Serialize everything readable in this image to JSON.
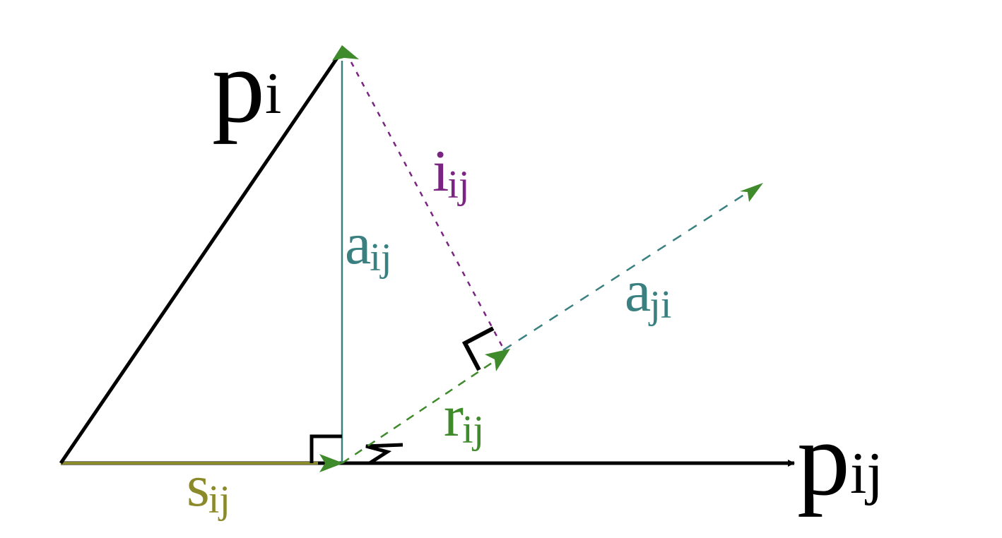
{
  "colors": {
    "black": "#000000",
    "teal": "#3a8080",
    "purple": "#7b2582",
    "green": "#3f8a2a",
    "olive": "#8a8a2a",
    "background": "#ffffff"
  },
  "labels": {
    "p_i": {
      "base": "p",
      "sub": "i"
    },
    "p_ij": {
      "base": "p",
      "sub": "ij"
    },
    "a_ij": {
      "base": "a",
      "sub": "ij"
    },
    "a_ji": {
      "base": "a",
      "sub": "ji"
    },
    "i_ij": {
      "base": "i",
      "sub": "ij"
    },
    "r_ij": {
      "base": "r",
      "sub": "ij"
    },
    "s_ij": {
      "base": "s",
      "sub": "ij"
    }
  }
}
